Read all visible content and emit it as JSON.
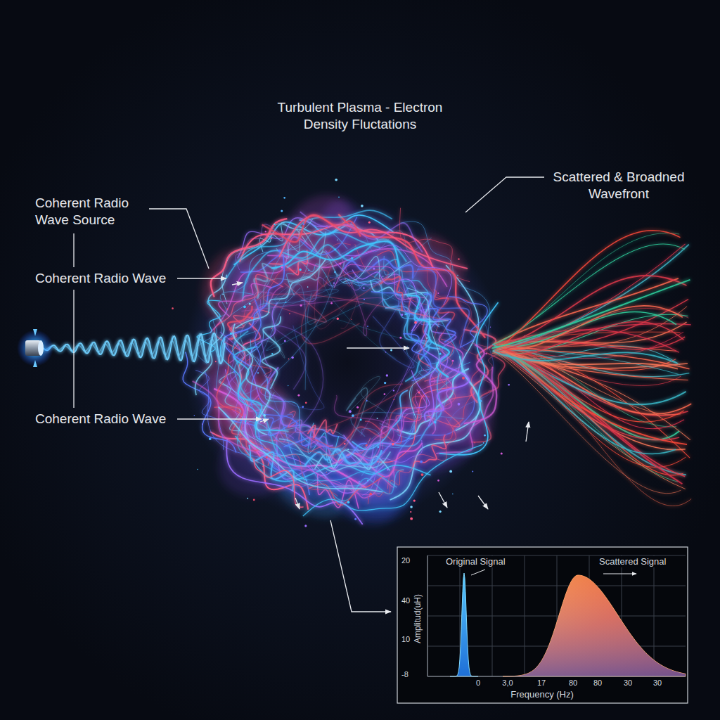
{
  "diagram": {
    "title": "Turbulent Plasma - Electron Density Fluctations",
    "labels": [
      "Coherent Radio Wave Source",
      "Scattered & Broadned Wavefront",
      "Coherent Radio Wave",
      "Coherent Radio Wave",
      "Original Signal",
      "Scattered Signal",
      "20",
      "40",
      "10",
      "-8",
      "Amplitud(uH)",
      "0",
      "3,0",
      "17",
      "80",
      "80",
      "30",
      "30",
      "Frequency (Hz)"
    ]
  }
}
